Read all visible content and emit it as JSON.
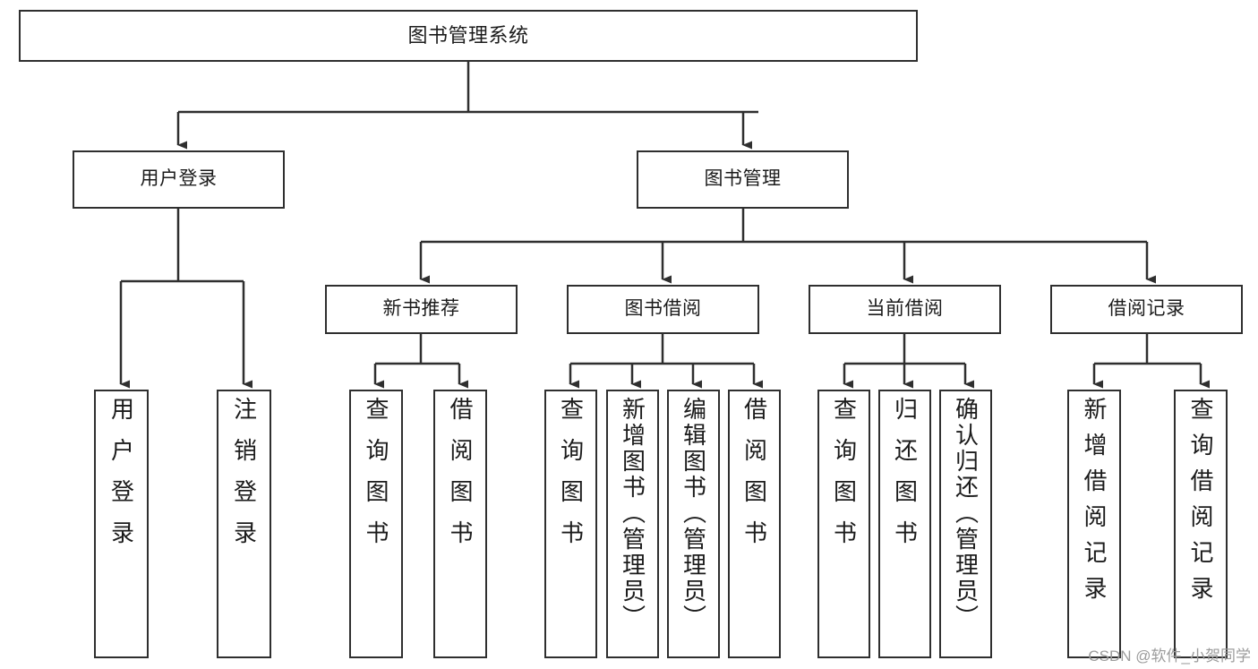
{
  "diagram": {
    "title": "图书管理系统",
    "type": "tree-hierarchy-chart",
    "root": {
      "id": "root",
      "label": "图书管理系统"
    },
    "level1": [
      {
        "id": "user-login",
        "label": "用户登录"
      },
      {
        "id": "book-management",
        "label": "图书管理"
      }
    ],
    "level2": [
      {
        "id": "new-book-recommend",
        "label": "新书推荐",
        "parent": "book-management"
      },
      {
        "id": "book-borrow",
        "label": "图书借阅",
        "parent": "book-management"
      },
      {
        "id": "current-borrow",
        "label": "当前借阅",
        "parent": "book-management"
      },
      {
        "id": "borrow-record",
        "label": "借阅记录",
        "parent": "book-management"
      }
    ],
    "leaves": [
      {
        "id": "leaf-user-login",
        "label": "用户登录",
        "parent": "user-login"
      },
      {
        "id": "leaf-logout",
        "label": "注销登录",
        "parent": "user-login"
      },
      {
        "id": "leaf-query-book-1",
        "label": "查询图书",
        "parent": "new-book-recommend"
      },
      {
        "id": "leaf-borrow-book-1",
        "label": "借阅图书",
        "parent": "new-book-recommend"
      },
      {
        "id": "leaf-query-book-2",
        "label": "查询图书",
        "parent": "book-borrow"
      },
      {
        "id": "leaf-add-book",
        "label": "新增图书（管理员）",
        "parent": "book-borrow"
      },
      {
        "id": "leaf-edit-book",
        "label": "编辑图书（管理员）",
        "parent": "book-borrow"
      },
      {
        "id": "leaf-borrow-book-2",
        "label": "借阅图书",
        "parent": "book-borrow"
      },
      {
        "id": "leaf-query-book-3",
        "label": "查询图书",
        "parent": "current-borrow"
      },
      {
        "id": "leaf-return-book",
        "label": "归还图书",
        "parent": "current-borrow"
      },
      {
        "id": "leaf-confirm-return",
        "label": "确认归还（管理员）",
        "parent": "current-borrow"
      },
      {
        "id": "leaf-add-record",
        "label": "新增借阅记录",
        "parent": "borrow-record"
      },
      {
        "id": "leaf-query-record",
        "label": "查询借阅记录",
        "parent": "borrow-record"
      }
    ]
  },
  "watermark": {
    "text": "CSDN @软件_小贺同学"
  },
  "colors": {
    "box_border": "#2f2f2f",
    "box_fill": "#ffffff",
    "text": "#1b1b1b",
    "connector": "#2f2f2f",
    "watermark": "#9c9c9c",
    "background": "#ffffff"
  }
}
